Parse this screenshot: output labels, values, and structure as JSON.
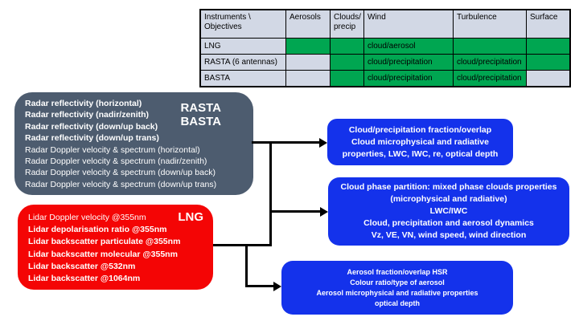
{
  "colors": {
    "capability_green": "#00A651",
    "neutral_cell_gray": "#D2D8E5",
    "radar_box_gray": "#4D5C6F",
    "lidar_box_red": "#F40505",
    "output_box_blue": "#1432EB"
  },
  "table": {
    "col_headers": [
      "Instruments \\\nObjectives",
      "Aerosols",
      "Clouds/\nprecip",
      "Wind",
      "Turbulence",
      "Surface"
    ],
    "rows": [
      {
        "label": "LNG",
        "cells": [
          "",
          "",
          "cloud/aerosol",
          "",
          ""
        ]
      },
      {
        "label": "RASTA (6 antennas)",
        "cells": [
          "",
          "",
          "cloud/precipitation",
          "cloud/precipitation",
          ""
        ]
      },
      {
        "label": "BASTA",
        "cells": [
          "",
          "",
          "cloud/precipitation",
          "cloud/precipitation",
          ""
        ]
      }
    ]
  },
  "radar_box": {
    "tags": [
      "RASTA",
      "BASTA"
    ],
    "lines": [
      "Radar reflectivity (horizontal)",
      "Radar reflectivity (nadir/zenith)",
      "Radar reflectivity (down/up back)",
      "Radar reflectivity (down/up trans)",
      "Radar Doppler velocity & spectrum (horizontal)",
      "Radar Doppler velocity & spectrum (nadir/zenith)",
      "Radar Doppler velocity & spectrum (down/up back)",
      "Radar Doppler velocity & spectrum (down/up trans)"
    ]
  },
  "lidar_box": {
    "tag": "LNG",
    "lines": [
      "Lidar Doppler velocity @355nm",
      "Lidar depolarisation ratio @355nm",
      "Lidar backscatter particulate @355nm",
      "Lidar backscatter molecular @355nm",
      "Lidar backscatter @532nm",
      "Lidar backscatter @1064nm"
    ]
  },
  "outputs": [
    {
      "lines": [
        "Cloud/precipitation fraction/overlap",
        "Cloud microphysical and radiative",
        "properties, LWC, IWC, re, optical depth"
      ]
    },
    {
      "lines": [
        "Cloud phase partition: mixed phase clouds properties",
        "(microphysical and radiative)",
        "LWC/IWC",
        "Cloud, precipitation and aerosol dynamics",
        "Vz, VE, VN, wind speed, wind direction"
      ]
    },
    {
      "lines": [
        "Aerosol fraction/overlap HSR",
        "Colour ratio/type of aerosol",
        "Aerosol microphysical and radiative properties",
        "optical depth"
      ]
    }
  ]
}
